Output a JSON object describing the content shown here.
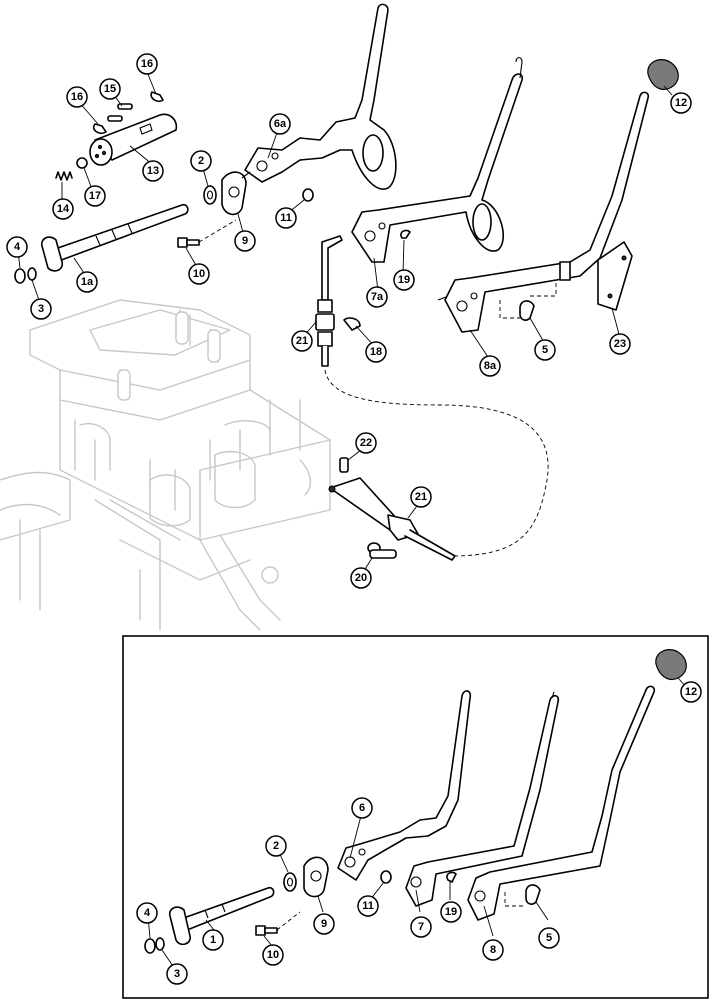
{
  "diagram": {
    "callouts_main": [
      "16",
      "15",
      "16",
      "6a",
      "12",
      "13",
      "2",
      "14",
      "17",
      "11",
      "9",
      "4",
      "1a",
      "3",
      "10",
      "7a",
      "19",
      "8a",
      "5",
      "23",
      "21",
      "18",
      "22",
      "21",
      "20"
    ],
    "callouts_inset": [
      "12",
      "6",
      "2",
      "4",
      "1",
      "3",
      "10",
      "9",
      "11",
      "7",
      "19",
      "8",
      "5"
    ]
  }
}
